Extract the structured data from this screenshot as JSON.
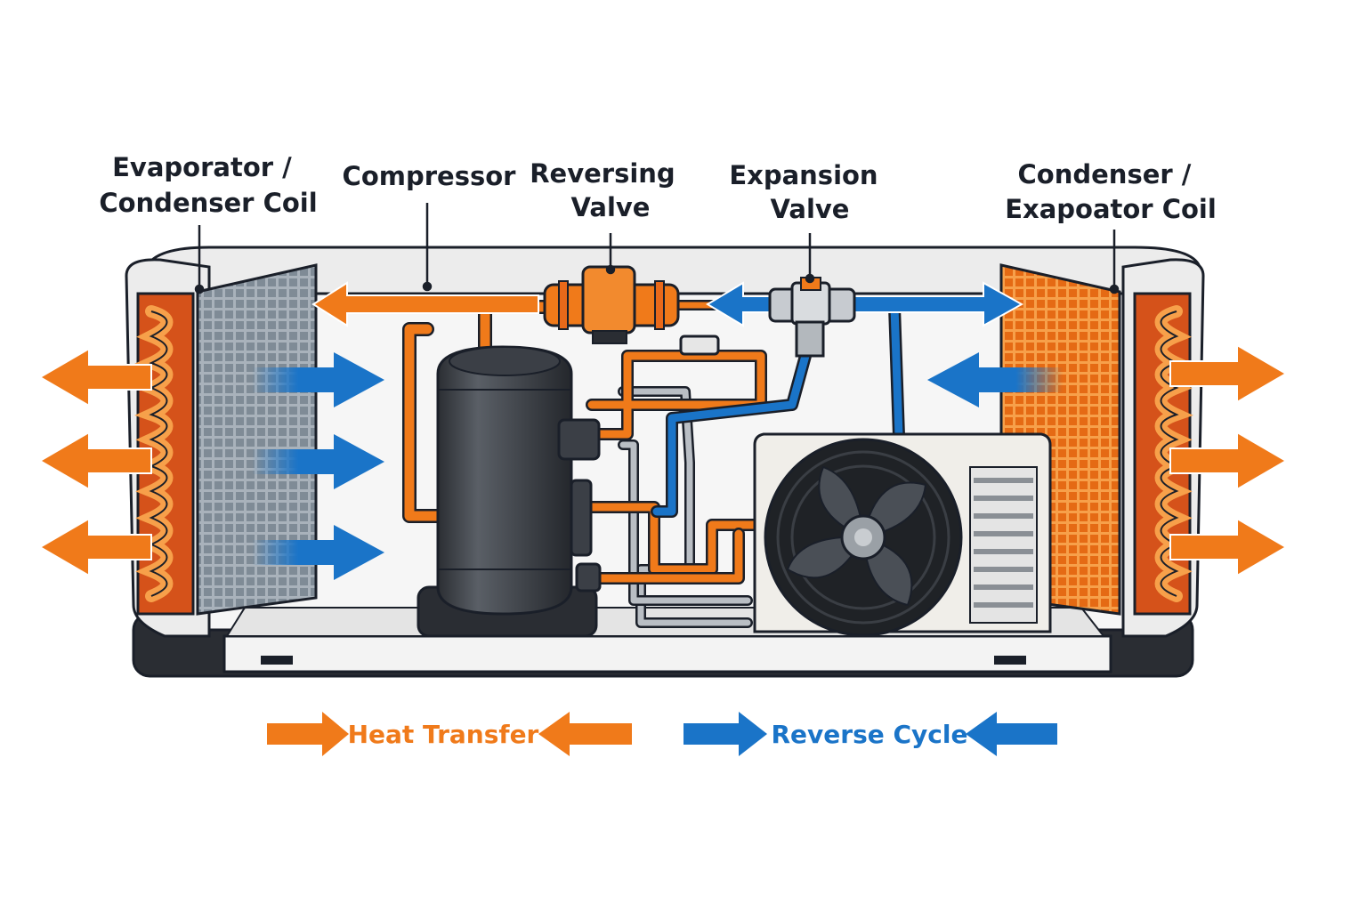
{
  "labels": {
    "left_coil": [
      "Evaporator /",
      "Condenser Coil"
    ],
    "compressor": [
      "Compressor"
    ],
    "reversing_valve": [
      "Reversing",
      "Valve"
    ],
    "expansion_valve": [
      "Expansion",
      "Valve"
    ],
    "right_coil": [
      "Condenser /",
      "Exapoator Coil"
    ]
  },
  "legend": {
    "heat_transfer": "Heat Transfer",
    "reverse_cycle": "Reverse Cycle"
  },
  "colors": {
    "heat": "#f07a1a",
    "cool": "#1a74c8",
    "outline": "#1a1f29",
    "body": "#f3f3f3",
    "coil_dark": "#d5521a",
    "grille": "#8e99a4"
  }
}
